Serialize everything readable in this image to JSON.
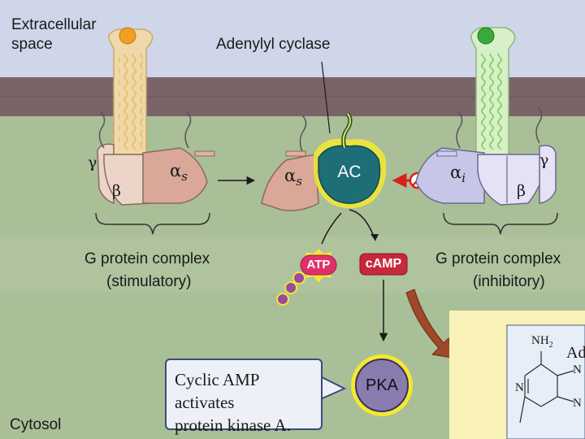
{
  "labels": {
    "extracellular": "Extracellular",
    "space": "space",
    "adenylyl_cyclase": "Adenylyl cyclase",
    "cytosol": "Cytosol"
  },
  "stim_complex": {
    "gamma": "γ",
    "beta": "β",
    "alpha": "α",
    "alpha_sub": "s",
    "title": "G protein complex",
    "subtitle": "(stimulatory)"
  },
  "enzyme": {
    "alpha": "α",
    "alpha_sub": "s",
    "ac": "AC",
    "atp": "ATP",
    "camp": "cAMP",
    "pka": "PKA"
  },
  "inhib_complex": {
    "alpha": "α",
    "alpha_sub": "i",
    "gamma": "γ",
    "beta": "β",
    "title": "G protein complex",
    "subtitle": "(inhibitory)"
  },
  "callout": {
    "line1": "Cyclic AMP activates",
    "line2": "protein kinase A."
  },
  "inset": {
    "nh2": "NH",
    "nh2_sub": "2",
    "name_fragment": "Ad",
    "n1": "N",
    "n2": "N",
    "n3": "N"
  },
  "colors": {
    "background": "#a9bf98",
    "membrane": "#7a6468",
    "stim_receptor": "#f0d8a8",
    "stim_ligand": "#f0a020",
    "inhib_receptor": "#d8f0c8",
    "inhib_ligand": "#3aa83a",
    "ac_enzyme": "#1e6e78",
    "highlight": "#f4e830",
    "atp": "#e0306a",
    "camp": "#c8283c",
    "pka": "#8a7cae",
    "inhibit_arrow": "#d82020",
    "inset": "#f8f2b8"
  }
}
